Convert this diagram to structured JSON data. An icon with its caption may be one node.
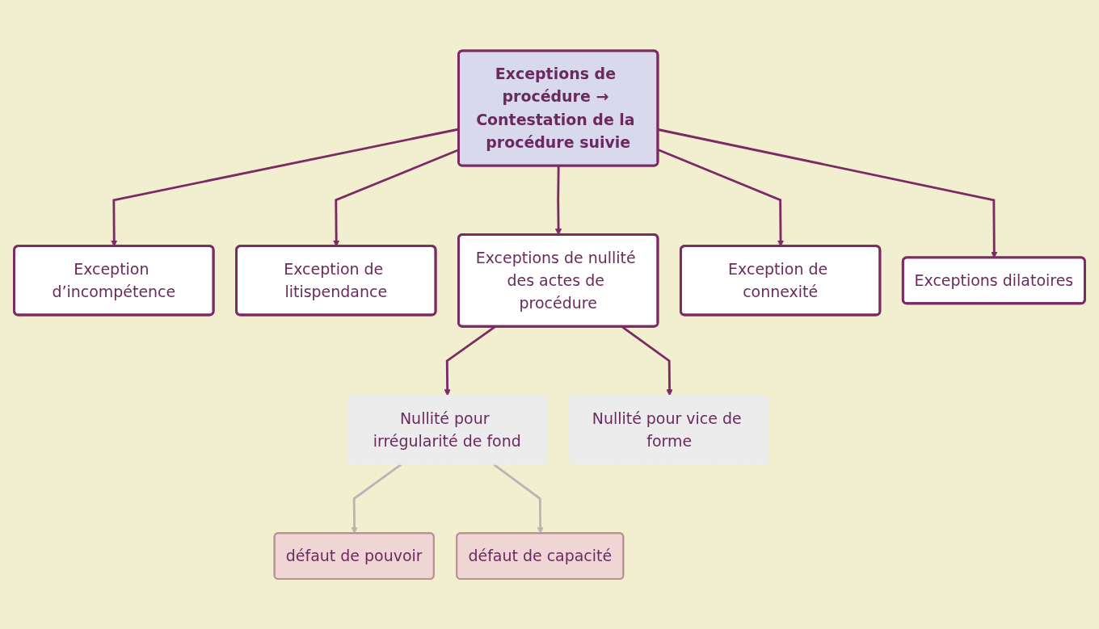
{
  "diagram": {
    "nodes": [
      {
        "text": [
          "Exceptions de procédure → Contestation de la procédure suivie"
        ]
      },
      {
        "text": [
          "Exception d’incompétence"
        ]
      },
      {
        "text": [
          "Exception de litispendance"
        ]
      },
      {
        "text": [
          "Exceptions de nullité des actes de procédure"
        ]
      },
      {
        "text": [
          "Exception de connexité"
        ]
      },
      {
        "text": [
          "Exceptions dilatoires"
        ]
      },
      {
        "text": [
          "Nullité pour irrégularité de fond"
        ]
      },
      {
        "text": [
          "Nullité pour vice de forme"
        ]
      },
      {
        "text": [
          "défaut de pouvoir"
        ]
      },
      {
        "text": [
          "défaut de capacité"
        ]
      }
    ],
    "edges": [
      {
        "from": 0,
        "to": 1,
        "arrow": "to"
      },
      {
        "from": 0,
        "to": 2,
        "arrow": "to"
      },
      {
        "from": 0,
        "to": 3,
        "arrow": "to"
      },
      {
        "from": 0,
        "to": 4,
        "arrow": "to"
      },
      {
        "from": 0,
        "to": 5,
        "arrow": "to"
      },
      {
        "from": 3,
        "to": 6,
        "arrow": "to"
      },
      {
        "from": 3,
        "to": 7,
        "arrow": "to"
      },
      {
        "from": 6,
        "to": 8,
        "arrow": "to",
        "color": "#bdb3b3"
      },
      {
        "from": 6,
        "to": 9,
        "arrow": "to",
        "color": "#bdb3b3"
      }
    ]
  }
}
